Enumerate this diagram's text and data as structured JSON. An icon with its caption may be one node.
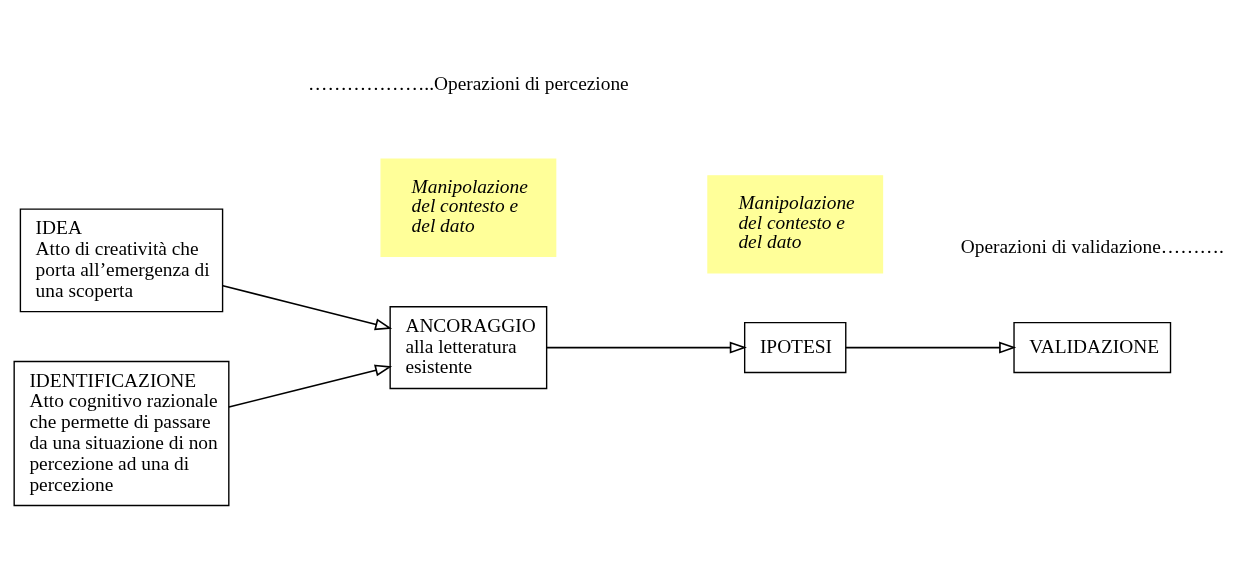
{
  "diagram": {
    "nodes": [
      {
        "text": [
          "IDEA",
          "Atto di creatività che porta all’emergenza di una scoperta"
        ]
      },
      {
        "text": [
          "ANCORAGGIO",
          "alla letteratura esistente"
        ]
      },
      {
        "text": [
          "IPOTESI"
        ]
      },
      {
        "text": [
          "VALIDAZIONE"
        ]
      },
      {
        "text": [
          "IDENTIFICAZIONE",
          "Atto cognitivo razionale che permette di passare da una situazione di non percezione ad una di percezione"
        ]
      },
      {
        "text": [
          "Manipolazione del contesto e del dato"
        ]
      },
      {
        "text": [
          "Manipolazione del contesto e del dato"
        ]
      }
    ],
    "edges": [
      {
        "from": 0,
        "to": 1,
        "arrow": "to"
      },
      {
        "from": 4,
        "to": 1,
        "arrow": "to"
      },
      {
        "from": 1,
        "to": 2,
        "arrow": "to"
      },
      {
        "from": 2,
        "to": 3,
        "arrow": "to"
      }
    ],
    "labels": [
      "………………..Operazioni di percezione",
      "Operazioni di validazione………."
    ]
  }
}
